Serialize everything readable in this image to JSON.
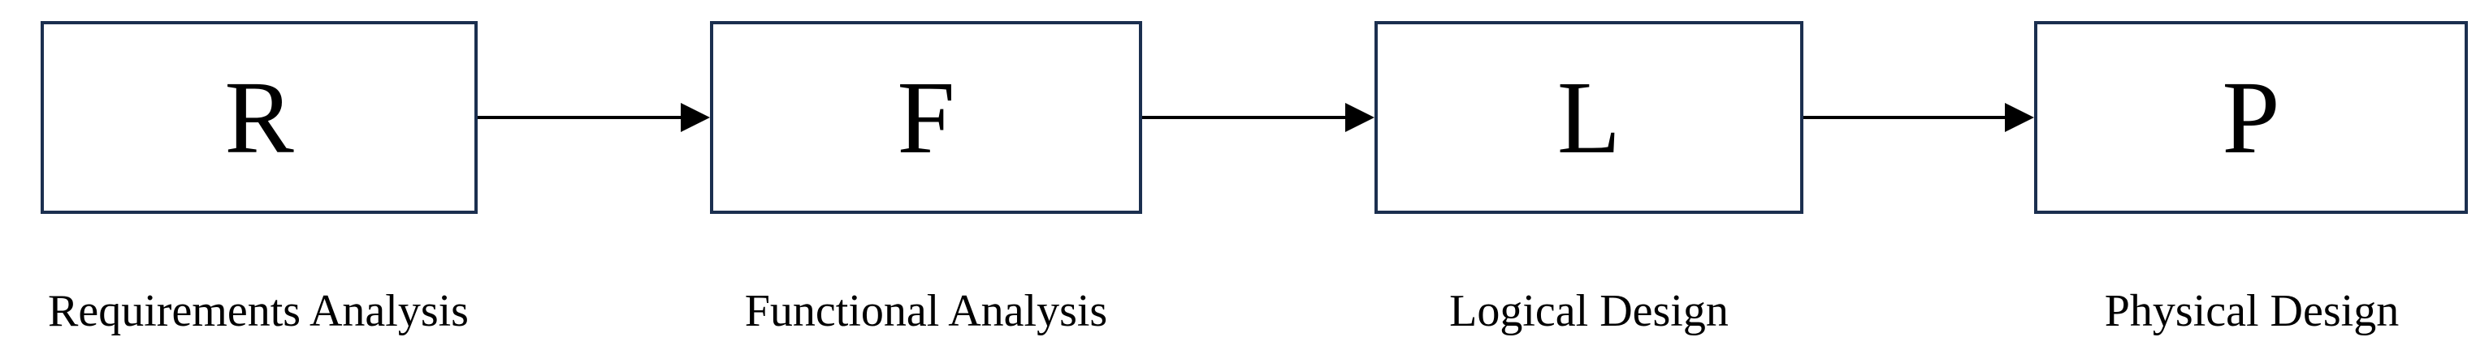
{
  "nodes": [
    {
      "id": "r",
      "letter": "R",
      "caption": "Requirements Analysis"
    },
    {
      "id": "f",
      "letter": "F",
      "caption": "Functional Analysis"
    },
    {
      "id": "l",
      "letter": "L",
      "caption": "Logical Design"
    },
    {
      "id": "p",
      "letter": "P",
      "caption": "Physical Design"
    }
  ],
  "edges": [
    {
      "from": "R",
      "to": "F"
    },
    {
      "from": "F",
      "to": "L"
    },
    {
      "from": "L",
      "to": "P"
    }
  ],
  "colors": {
    "box_border": "#1b2f4f",
    "arrow": "#000000",
    "text": "#000000"
  }
}
